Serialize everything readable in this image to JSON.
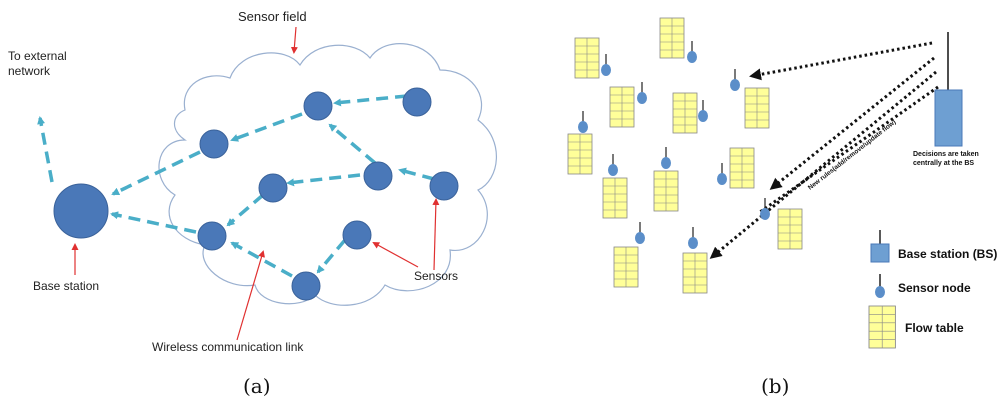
{
  "panel_a": {
    "sensor_field_label": "Sensor field",
    "external_label_line1": "To external",
    "external_label_line2": "network",
    "base_station_label": "Base station",
    "sensors_label": "Sensors",
    "link_label": "Wireless communication link",
    "caption": "(a)"
  },
  "panel_b": {
    "decisions_line1": "Decisions are taken",
    "decisions_line2": "centrally at the BS",
    "rules_label": "New rules(add/remove/update flow)",
    "legend": {
      "base_station": "Base station (BS)",
      "sensor_node": "Sensor node",
      "flow_table": "Flow table"
    },
    "caption": "(b)"
  },
  "colors": {
    "node_fill": "#4a78b8",
    "link_dash": "#4aaec8",
    "red_arrow": "#e03030",
    "flow_table_fill": "#ffff99",
    "bs_fill": "#6e9fd2"
  }
}
